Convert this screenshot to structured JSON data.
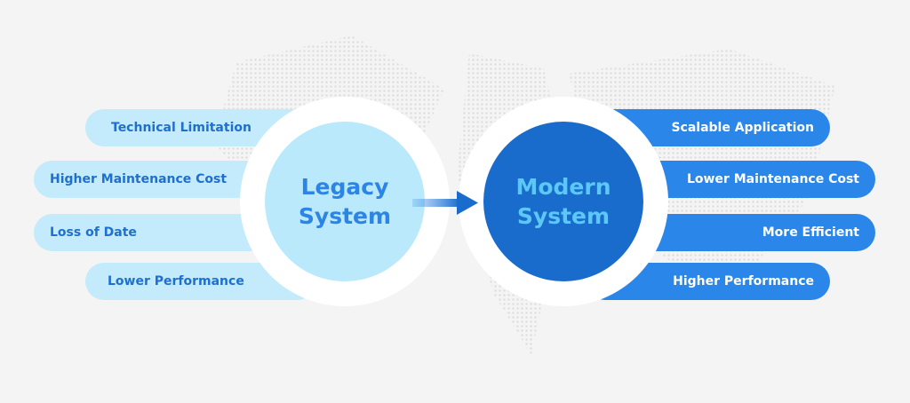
{
  "legacy": {
    "title_line1": "Legacy",
    "title_line2": "System",
    "items": [
      "Technical Limitation",
      "Higher Maintenance Cost",
      "Loss of Date",
      "Lower Performance"
    ]
  },
  "modern": {
    "title_line1": "Modern",
    "title_line2": "System",
    "items": [
      "Scalable Application",
      "Lower Maintenance Cost",
      "More Efficient",
      "Higher Performance"
    ]
  },
  "colors": {
    "legacy_fill": "#b9e9fb",
    "modern_fill": "#1a6ccc",
    "modern_text": "#5cc8f8",
    "right_pill": "#2a86e8"
  }
}
